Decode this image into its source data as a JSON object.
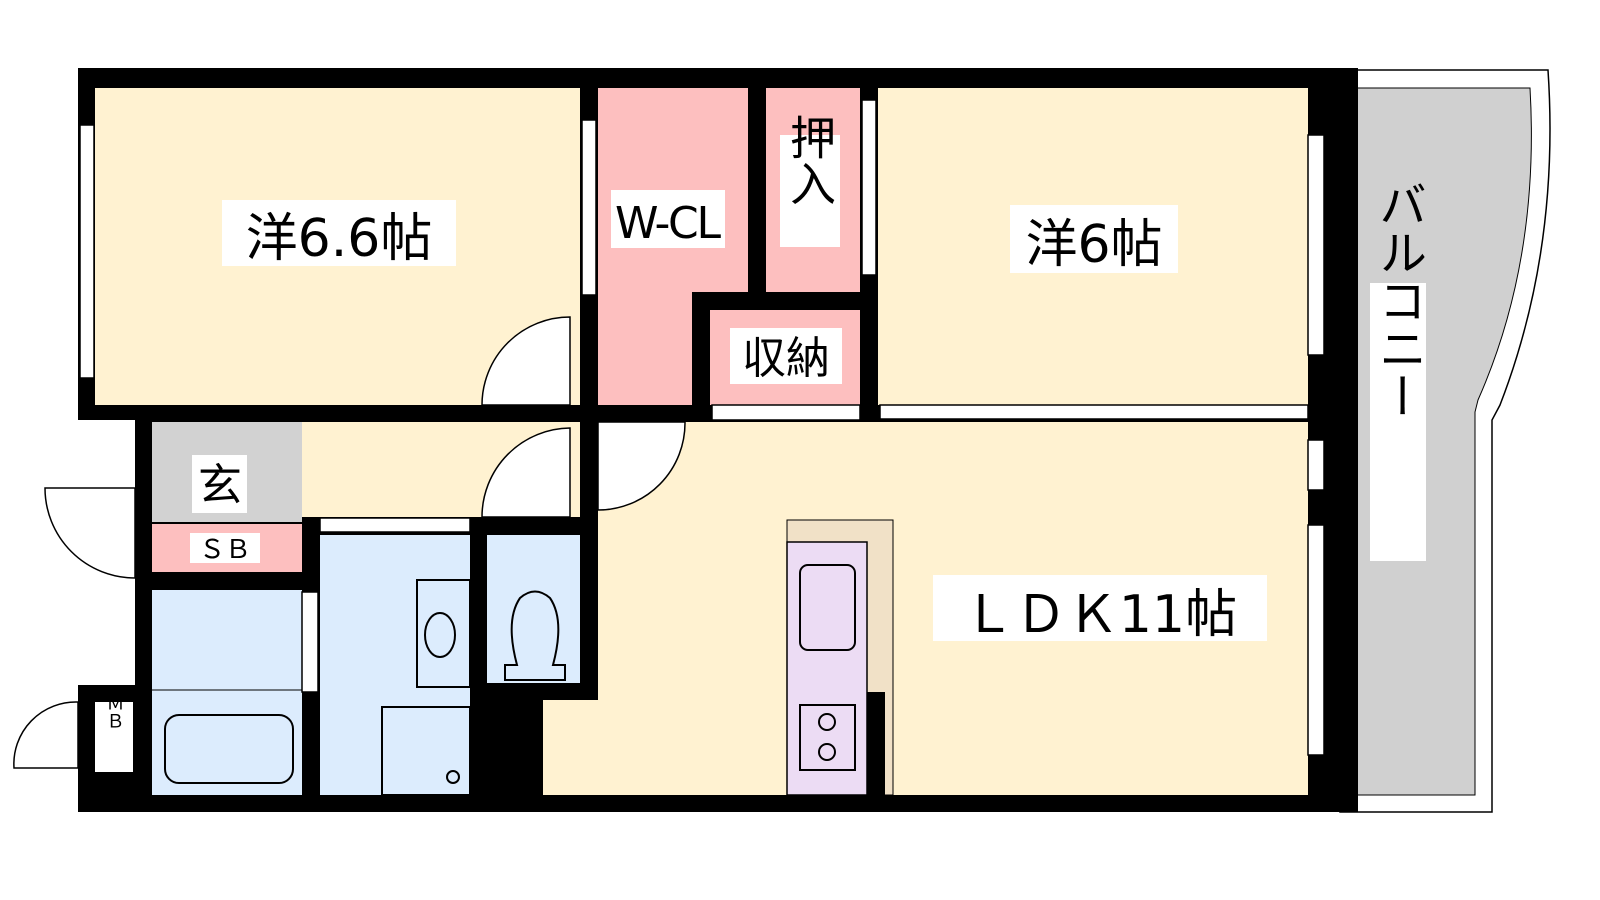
{
  "rooms": {
    "western_1": "洋6.6帖",
    "walk_in_closet": "W-CL",
    "oshiire": "押入",
    "western_2": "洋6帖",
    "storage": "収納",
    "entrance": "玄",
    "shoe_box": "ＳＢ",
    "meter_box": "ＭＢ",
    "ldk": "ＬＤＫ11帖",
    "balcony": "バルコニー"
  },
  "colors": {
    "room": "#fff2d1",
    "closet": "#fdbfbf",
    "wet": "#dcecfd",
    "entrance": "#d2d2d2",
    "balcony": "#d0d0d0",
    "kitchen": "#ecdcf4",
    "wall": "#000000"
  }
}
